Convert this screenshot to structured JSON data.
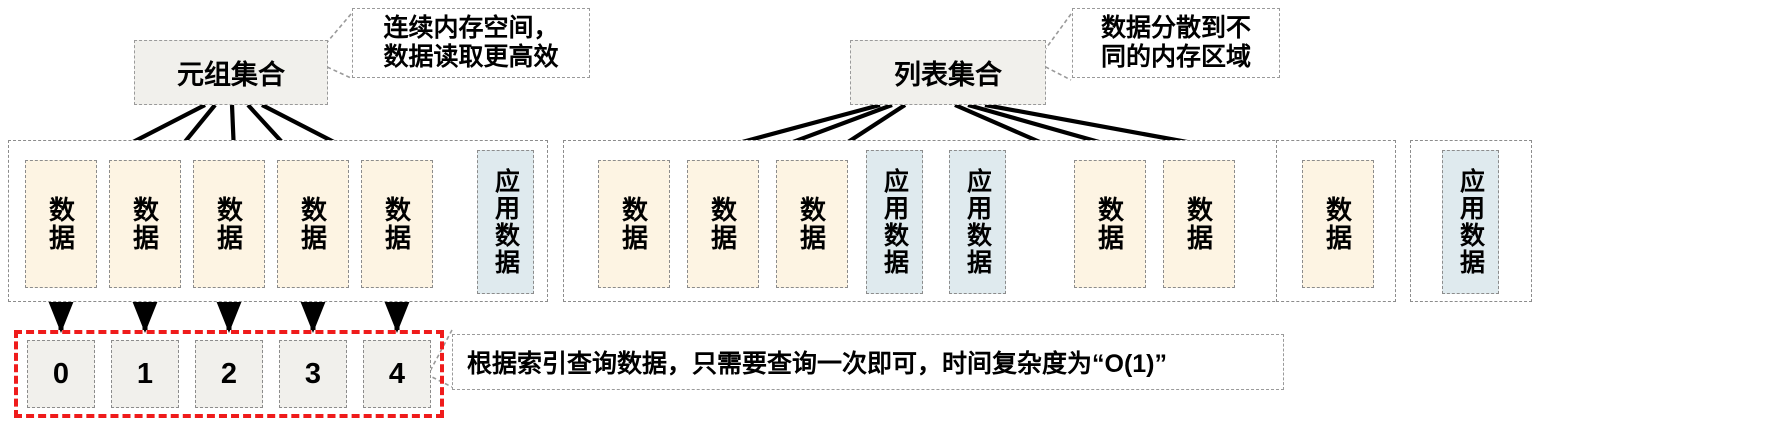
{
  "diagram": {
    "title_left": "元组集合",
    "title_right": "列表集合",
    "callout_left": "连续内存空间，\n数据读取更高效",
    "callout_right": "数据分散到不\n同的内存区域",
    "caption_bottom": "根据索引查询数据，只需要查询一次即可，时间复杂度为“O(1)”",
    "labels": {
      "data": "数据",
      "app_data": "应用数据"
    },
    "index_cells": [
      "0",
      "1",
      "2",
      "3",
      "4"
    ],
    "tuple_region": {
      "cells": [
        {
          "kind": "data",
          "label": "数据"
        },
        {
          "kind": "data",
          "label": "数据"
        },
        {
          "kind": "data",
          "label": "数据"
        },
        {
          "kind": "data",
          "label": "数据"
        },
        {
          "kind": "data",
          "label": "数据"
        },
        {
          "kind": "app",
          "label": "应用数据"
        }
      ]
    },
    "list_region": {
      "cells": [
        {
          "kind": "data",
          "label": "数据"
        },
        {
          "kind": "data",
          "label": "数据"
        },
        {
          "kind": "data",
          "label": "数据"
        },
        {
          "kind": "app",
          "label": "应用数据"
        },
        {
          "kind": "app",
          "label": "应用数据"
        },
        {
          "kind": "data",
          "label": "数据"
        },
        {
          "kind": "data",
          "label": "数据"
        }
      ]
    },
    "trailing_region": {
      "cells": [
        {
          "kind": "data",
          "label": "数据"
        }
      ]
    },
    "far_region": {
      "cells": [
        {
          "kind": "app",
          "label": "应用数据"
        }
      ]
    },
    "colors": {
      "data_fill": "#fdf4e3",
      "app_fill": "#dfeaee",
      "group_fill": "#f1f0ec",
      "highlight": "#ef1b1b",
      "stroke": "#000000",
      "dash_border": "#8c8c8c"
    }
  }
}
